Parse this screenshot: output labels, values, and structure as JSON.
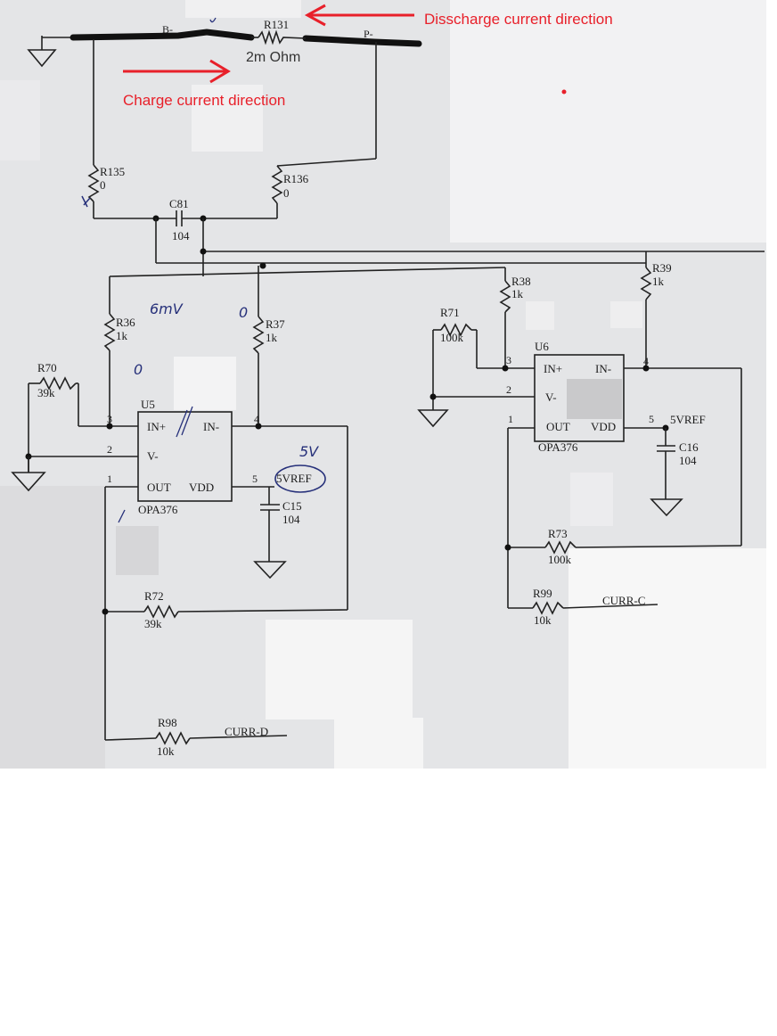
{
  "annotations": {
    "discharge": "Disscharge current direction",
    "charge": "Charge current direction",
    "shunt_value": "2m Ohm",
    "color": "#e8202a"
  },
  "nets": {
    "b_minus": "B-",
    "p_minus": "P-",
    "vref_u5": "5VREF",
    "vref_u6": "5VREF",
    "curr_d": "CURR-D",
    "curr_c": "CURR-C"
  },
  "components": {
    "r131": "R131",
    "r135": {
      "ref": "R135",
      "val": "0"
    },
    "r136": {
      "ref": "R136",
      "val": "0"
    },
    "c81": {
      "ref": "C81",
      "val": "104"
    },
    "r36": {
      "ref": "R36",
      "val": "1k"
    },
    "r37": {
      "ref": "R37",
      "val": "1k"
    },
    "r38": {
      "ref": "R38",
      "val": "1k"
    },
    "r39": {
      "ref": "R39",
      "val": "1k"
    },
    "r70": {
      "ref": "R70",
      "val": "39k"
    },
    "r71": {
      "ref": "R71",
      "val": "100k"
    },
    "r72": {
      "ref": "R72",
      "val": "39k"
    },
    "r73": {
      "ref": "R73",
      "val": "100k"
    },
    "r98": {
      "ref": "R98",
      "val": "10k"
    },
    "r99": {
      "ref": "R99",
      "val": "10k"
    },
    "c15": {
      "ref": "C15",
      "val": "104"
    },
    "c16": {
      "ref": "C16",
      "val": "104"
    }
  },
  "u5": {
    "ref": "U5",
    "part": "OPA376",
    "in_plus": "IN+",
    "in_minus": "IN-",
    "v_minus": "V-",
    "out": "OUT",
    "vdd": "VDD",
    "pin1": "1",
    "pin2": "2",
    "pin3": "3",
    "pin4": "4",
    "pin5": "5"
  },
  "u6": {
    "ref": "U6",
    "part": "OPA376",
    "in_plus": "IN+",
    "in_minus": "IN-",
    "v_minus": "V-",
    "out": "OUT",
    "vdd": "VDD",
    "pin1": "1",
    "pin2": "2",
    "pin3": "3",
    "pin4": "4",
    "pin5": "5"
  },
  "handwritten": {
    "mv": "6mV",
    "zero_a": "0",
    "zero_b": "0",
    "five_v": "5V"
  }
}
